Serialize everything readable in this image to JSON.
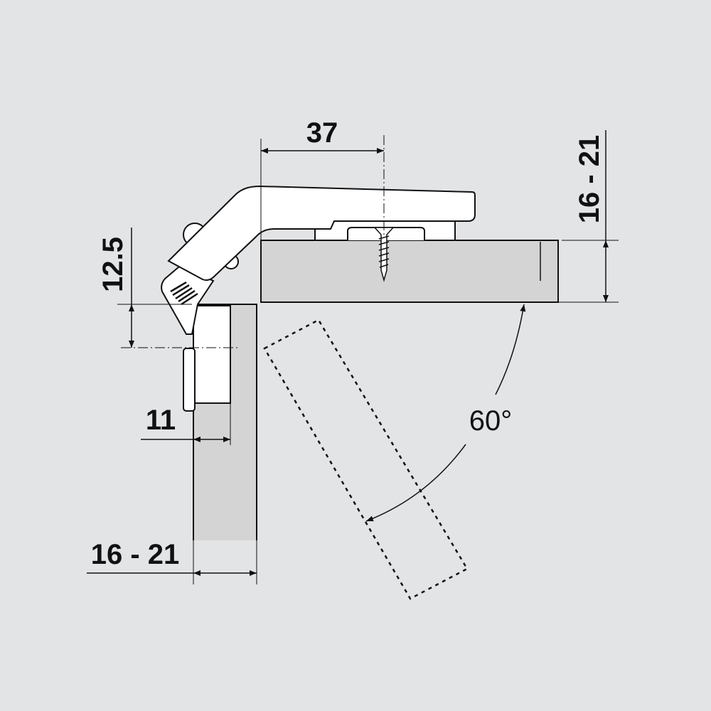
{
  "diagram": {
    "dimensions": {
      "arm_offset": "37",
      "panel_thickness_top": "16 - 21",
      "cup_offset": "12.5",
      "overlay": "11",
      "panel_thickness_side": "16 - 21"
    },
    "opening_angle": "60°"
  },
  "colors": {
    "background": "#e3e4e6",
    "panel": "#d4d4d4",
    "line": "#111111"
  }
}
